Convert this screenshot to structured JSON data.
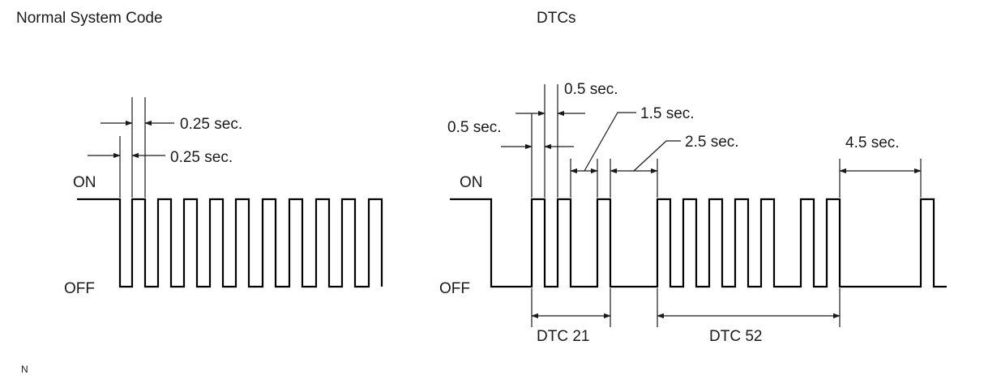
{
  "titles": {
    "normal": "Normal System Code",
    "dtcs": "DTCs"
  },
  "left": {
    "on": "ON",
    "off": "OFF",
    "dim_top": "0.25 sec.",
    "dim_bottom": "0.25 sec."
  },
  "right": {
    "on": "ON",
    "off": "OFF",
    "dim_05_top": "0.5 sec.",
    "dim_05_left": "0.5 sec.",
    "dim_15": "1.5 sec.",
    "dim_25": "2.5 sec.",
    "dim_45": "4.5 sec.",
    "dtc21": "DTC 21",
    "dtc52": "DTC 52"
  },
  "footer": {
    "mark": "N"
  }
}
